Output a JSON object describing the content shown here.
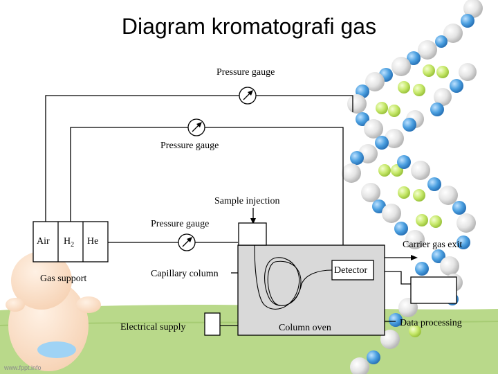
{
  "slide": {
    "title": "Diagram kromatografi gas",
    "footer": "www.fppt.info"
  },
  "diagram": {
    "gas_sources": [
      "Air",
      "H",
      "He"
    ],
    "gas_h2_subscript": "2",
    "labels": {
      "pressure_gauge_top": "Pressure gauge",
      "pressure_gauge_mid": "Pressure gauge",
      "pressure_gauge_low": "Pressure gauge",
      "sample_injection": "Sample injection",
      "gas_support": "Gas support",
      "capillary_column": "Capillary column",
      "detector": "Detector",
      "carrier_gas_exit": "Carrier gas exit",
      "electrical_supply": "Electrical supply",
      "column_oven": "Column oven",
      "data_processing": "Data processing"
    }
  },
  "colors": {
    "dna_blue": "#4a9fe0",
    "dna_green": "#c6e86a",
    "dna_grey": "#e4e4e4",
    "grass_green": "#b9d98a",
    "oven_fill": "#d9d9d9"
  }
}
